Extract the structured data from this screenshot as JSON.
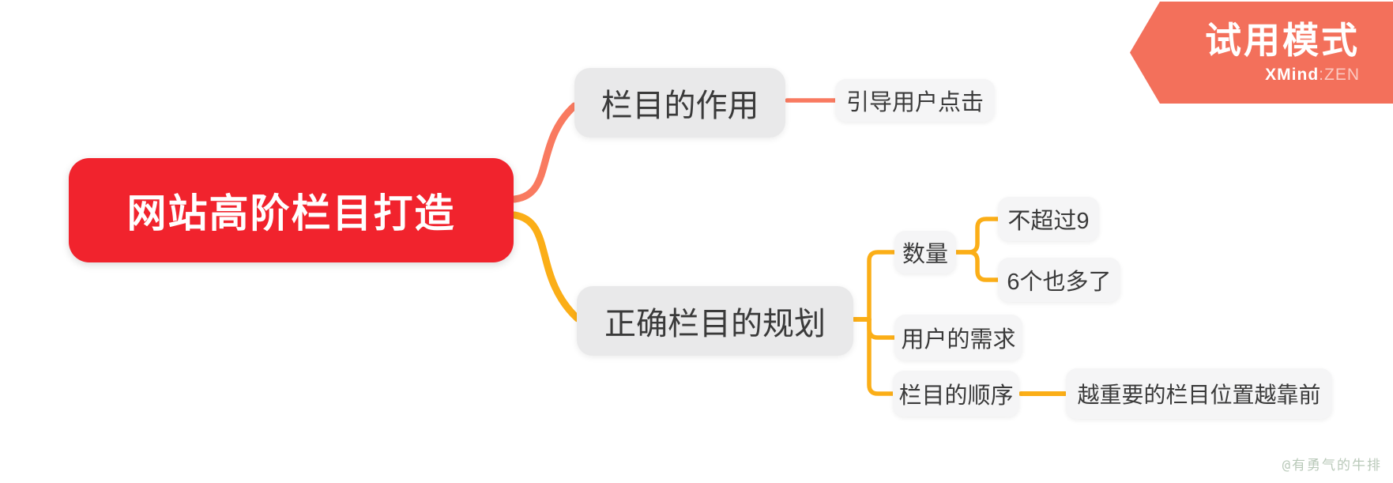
{
  "banner": {
    "title": "试用模式",
    "brand_bold": "XMind",
    "brand_light": ":ZEN",
    "color": "#f3705b"
  },
  "watermark": {
    "text": "@有勇气的牛排",
    "color": "#b9c9b9"
  },
  "colors": {
    "root_bg": "#f1232d",
    "root_text": "#ffffff",
    "main_node_bg": "#e9e9ea",
    "sub_node_bg": "#f5f5f6",
    "node_text": "#3a3a3a",
    "branch_top": "#f97a60",
    "branch_bottom": "#fbae17"
  },
  "mindmap": {
    "root": {
      "label": "网站高阶栏目打造"
    },
    "branches": [
      {
        "label": "栏目的作用",
        "children": [
          {
            "label": "引导用户点击"
          }
        ]
      },
      {
        "label": "正确栏目的规划",
        "children": [
          {
            "label": "数量",
            "children": [
              {
                "label": "不超过9"
              },
              {
                "label": "6个也多了"
              }
            ]
          },
          {
            "label": "用户的需求"
          },
          {
            "label": "栏目的顺序",
            "children": [
              {
                "label": "越重要的栏目位置越靠前"
              }
            ]
          }
        ]
      }
    ]
  }
}
